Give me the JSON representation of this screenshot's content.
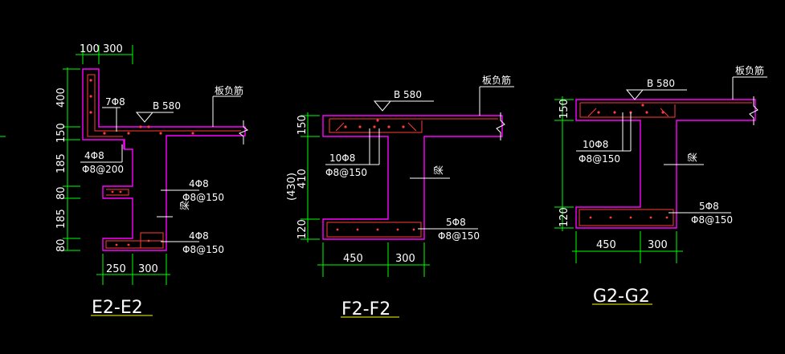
{
  "colors": {
    "background": "#000000",
    "outline": "#ff00ff",
    "rebar": "#ff3b3b",
    "dimension": "#00ff00",
    "leader": "#ffffff",
    "text": "#ffffff",
    "title_underline": "#ffff00"
  },
  "sections": {
    "e2": {
      "title": "E2-E2",
      "dims_top": [
        "100",
        "300"
      ],
      "dims_left": [
        "400",
        "150",
        "185",
        "80",
        "185",
        "80"
      ],
      "dims_bottom": [
        "250",
        "300"
      ],
      "slab_bars": "7Φ8",
      "slab_mark": "B 580",
      "neg_rebar": "板负筋",
      "bars_a": "4Φ8",
      "stirrup_a": "Φ8@200",
      "bars_b": "4Φ8",
      "stirrup_b": "Φ8@150",
      "bars_c": "4Φ8",
      "stirrup_c": "Φ8@150",
      "beam": "梁"
    },
    "f2": {
      "title": "F2-F2",
      "dims_left": [
        "150",
        "410",
        "(430)",
        "120"
      ],
      "dims_bottom": [
        "450",
        "300"
      ],
      "slab_mark": "B 580",
      "neg_rebar": "板负筋",
      "bars_a": "10Φ8",
      "stirrup_a": "Φ8@150",
      "bars_b": "5Φ8",
      "stirrup_b": "Φ8@150",
      "beam": "梁"
    },
    "g2": {
      "title": "G2-G2",
      "dims_left": [
        "150",
        "120"
      ],
      "dims_bottom": [
        "450",
        "300"
      ],
      "slab_mark": "B 580",
      "neg_rebar": "板负筋",
      "bars_a": "10Φ8",
      "stirrup_a": "Φ8@150",
      "bars_b": "5Φ8",
      "stirrup_b": "Φ8@150",
      "beam": "梁"
    }
  }
}
